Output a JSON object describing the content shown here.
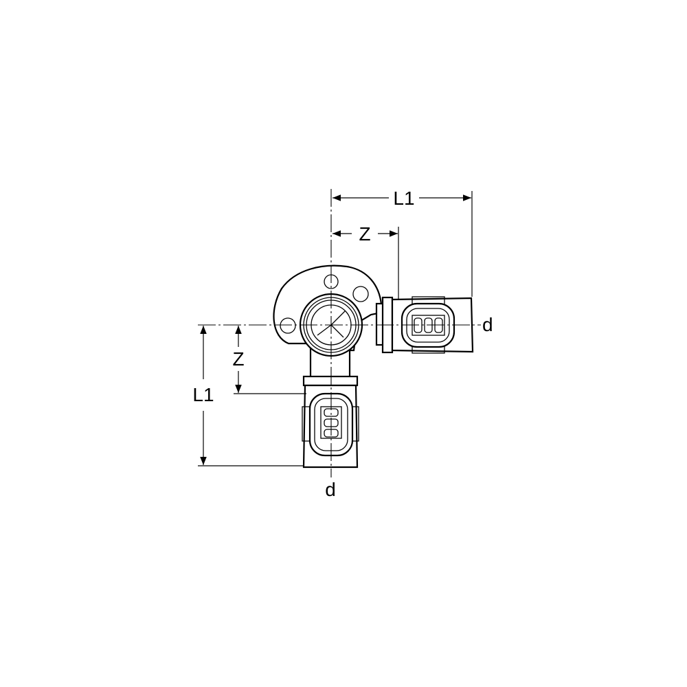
{
  "labels": {
    "top_l1": "L1",
    "top_z": "Z",
    "left_l1": "L1",
    "left_z": "Z",
    "d_right": "d",
    "d_bottom": "d"
  },
  "colors": {
    "line": "#000000",
    "background": "#ffffff"
  }
}
